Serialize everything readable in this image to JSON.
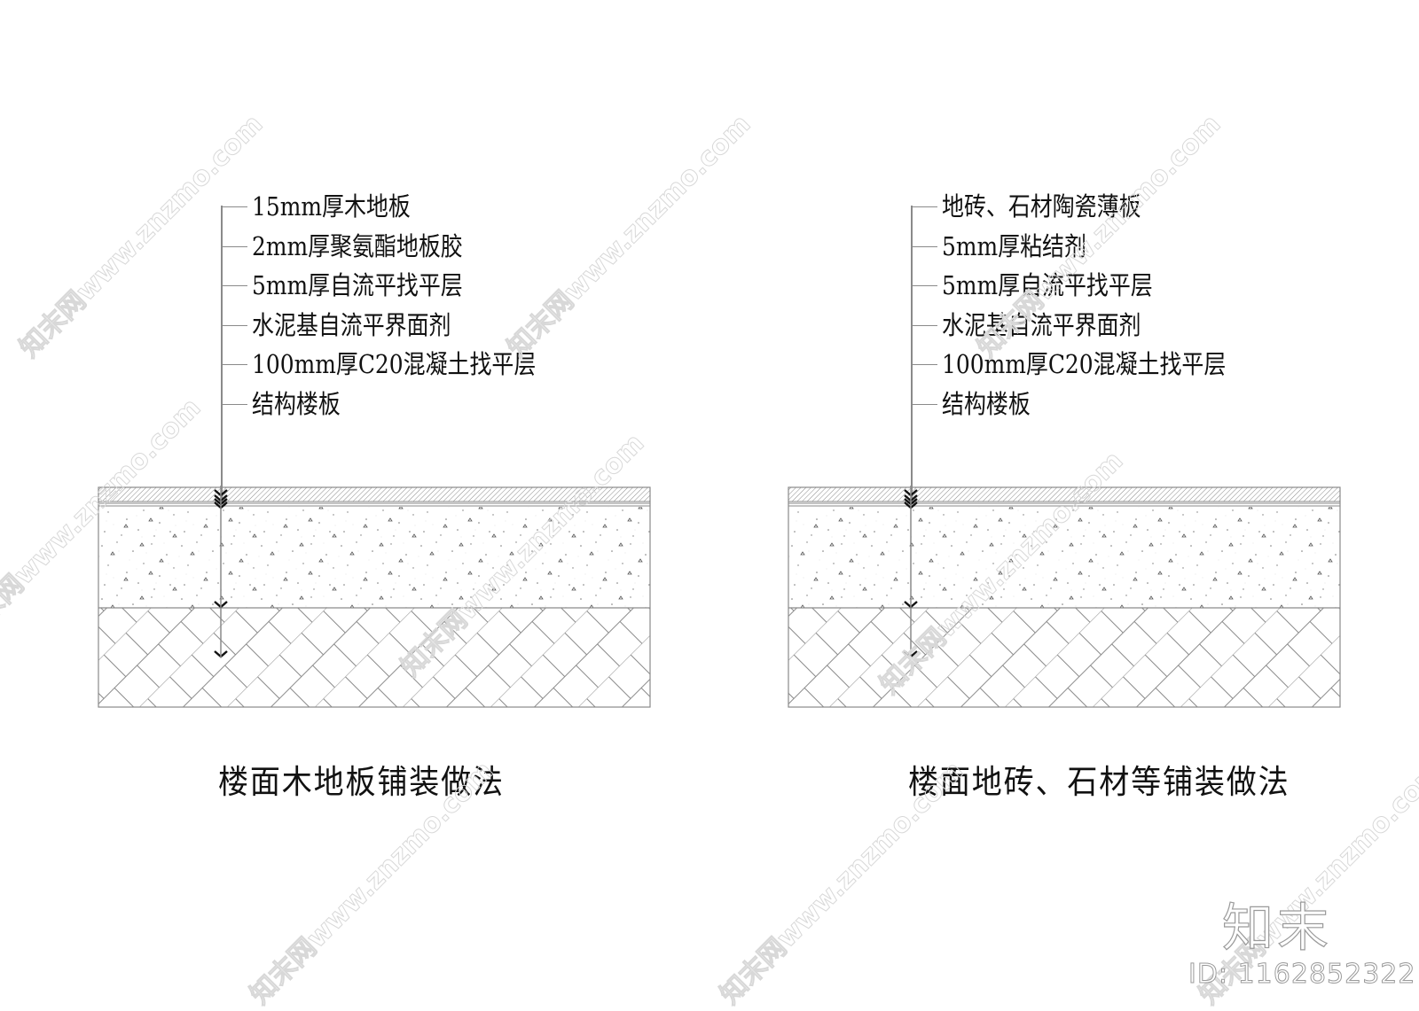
{
  "drawing": {
    "type": "floor construction section details",
    "line_color": "#8a8a8a",
    "text_color": "#111111"
  },
  "details": [
    {
      "title": "楼面木地板铺装做法",
      "layers": [
        "15mm厚木地板",
        "2mm厚聚氨酯地板胶",
        "5mm厚自流平找平层",
        "水泥基自流平界面剂",
        "100mm厚C20混凝土找平层",
        "结构楼板"
      ]
    },
    {
      "title": "楼面地砖、石材等铺装做法",
      "layers": [
        "地砖、石材陶瓷薄板",
        "5mm厚粘结剂",
        "5mm厚自流平找平层",
        "水泥基自流平界面剂",
        "100mm厚C20混凝土找平层",
        "结构楼板"
      ]
    }
  ],
  "watermark": {
    "text": "知末网www.znzmo.com",
    "logo": "知末",
    "id_label": "ID: 1162852322"
  }
}
